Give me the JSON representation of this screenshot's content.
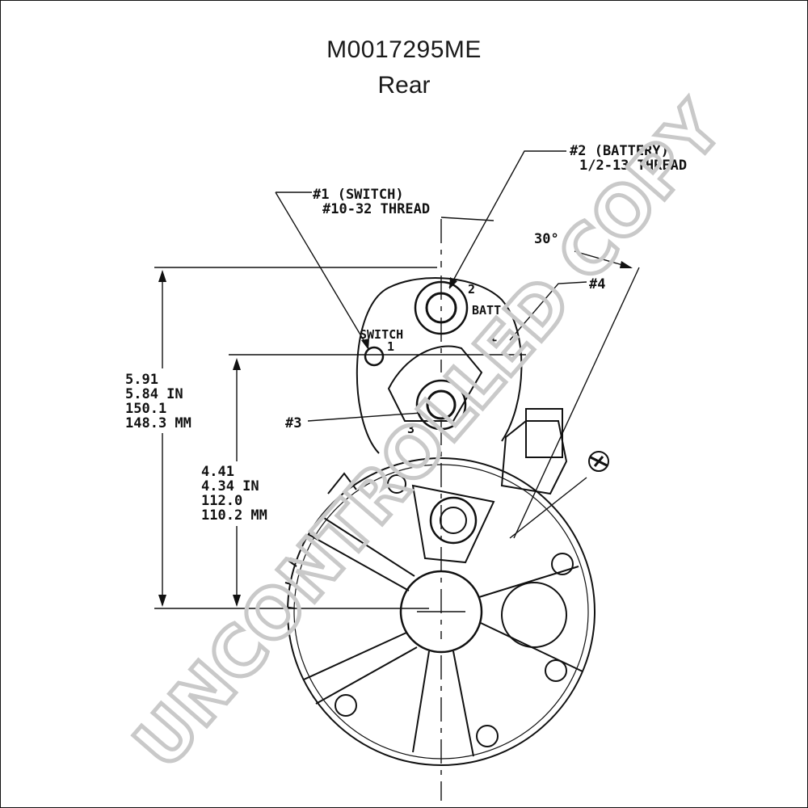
{
  "header": {
    "part_number": "M0017295ME",
    "view": "Rear"
  },
  "callouts": {
    "terminal1_title": "#1 (SWITCH)",
    "terminal1_thread": "#10-32 THREAD",
    "terminal2_title": "#2 (BATTERY)",
    "terminal2_thread": "1/2-13 THREAD",
    "terminal3": "#3",
    "terminal4": "#4",
    "angle": "30°",
    "label_2": "2",
    "label_batt": "BATT",
    "label_switch": "SWITCH",
    "label_1": "1",
    "label_3": "3",
    "label_plus": "+"
  },
  "dimension_outer": {
    "line1": "5.91",
    "line2": "5.84  IN",
    "line3": "150.1",
    "line4": "148.3  MM"
  },
  "dimension_inner": {
    "line1": "4.41",
    "line2": "4.34  IN",
    "line3": "112.0",
    "line4": "110.2  MM"
  },
  "watermark": {
    "text": "UNCONTROLLED COPY",
    "color": "#c9c9c9"
  },
  "icons": [
    "ground-symbol-icon",
    "terminal-nut-icon"
  ]
}
